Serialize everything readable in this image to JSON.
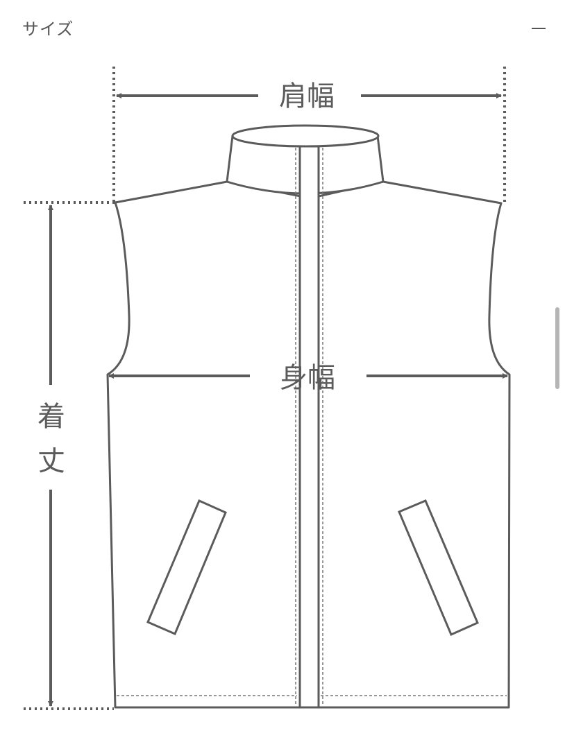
{
  "header": {
    "title": "サイズ",
    "collapse_icon": "minus-icon"
  },
  "diagram": {
    "garment": "vest",
    "labels": {
      "shoulder_width": "肩幅",
      "body_width": "身幅",
      "length_top": "着",
      "length_bottom": "丈"
    },
    "colors": {
      "stroke": "#5b5b5b",
      "fill": "#ffffff"
    }
  }
}
